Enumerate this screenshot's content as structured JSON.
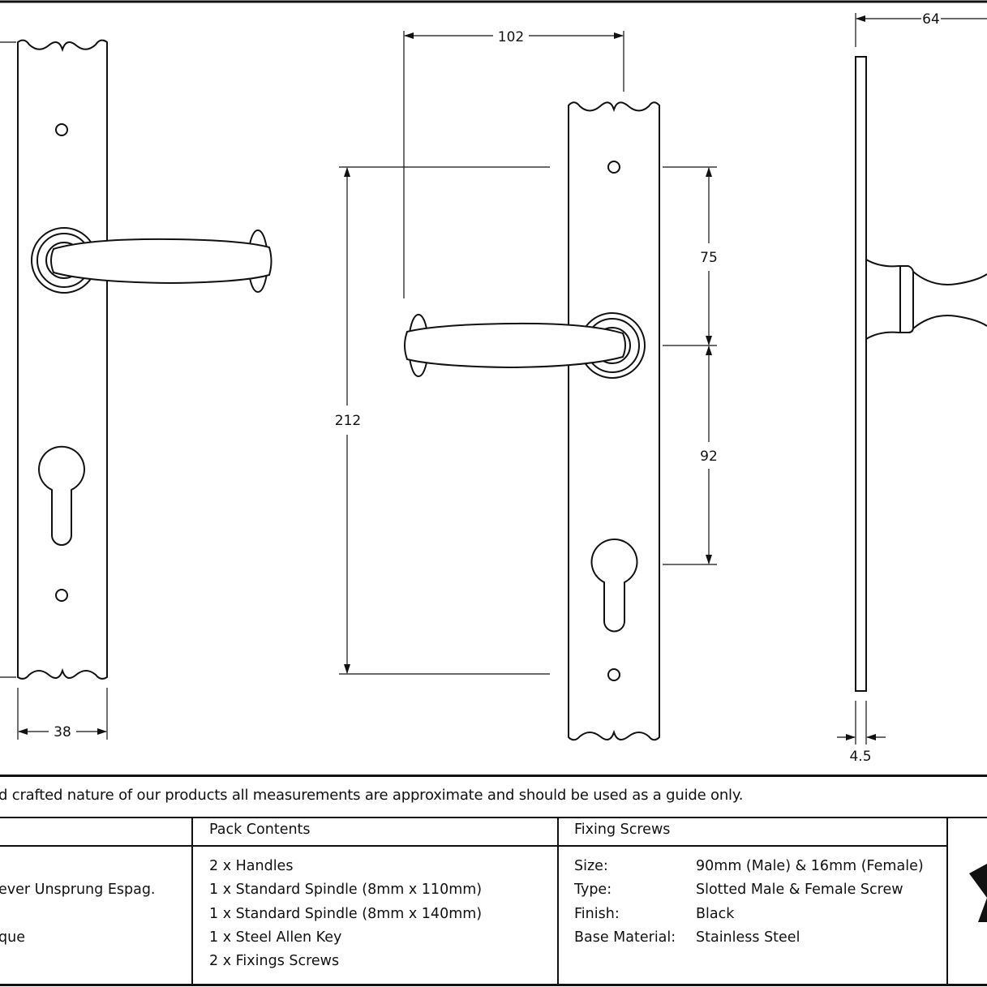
{
  "drawing": {
    "views": [
      "front-view-left",
      "front-view-right",
      "side-view"
    ],
    "dimensions": {
      "plate_width": "38",
      "handle_projection_width": "102",
      "plate_fixing_centres": "212",
      "top_fixing_to_spindle": "75",
      "spindle_to_cylinder": "92",
      "side_projection": "64",
      "plate_thickness": "4.5"
    }
  },
  "disclaimer": "d crafted nature of our products all measurements are approximate and should be used as a guide only.",
  "table": {
    "col1": {
      "header": "",
      "lines": [
        "",
        "ever Unsprung Espag.",
        "",
        "que",
        ""
      ]
    },
    "pack_contents": {
      "header": "Pack Contents",
      "items": [
        "2 x Handles",
        "1 x Standard Spindle (8mm x 110mm)",
        "1 x Standard Spindle (8mm x 140mm)",
        "1 x Steel Allen Key",
        "2 x Fixings Screws"
      ]
    },
    "fixing_screws": {
      "header": "Fixing Screws",
      "rows": [
        {
          "label": "Size:",
          "value": "90mm (Male) & 16mm (Female)"
        },
        {
          "label": "Type:",
          "value": "Slotted Male & Female Screw"
        },
        {
          "label": "Finish:",
          "value": "Black"
        },
        {
          "label": "Base Material:",
          "value": "Stainless Steel"
        }
      ]
    },
    "logo": "star-logo"
  },
  "colors": {
    "ink": "#111111",
    "paper": "#ffffff"
  }
}
